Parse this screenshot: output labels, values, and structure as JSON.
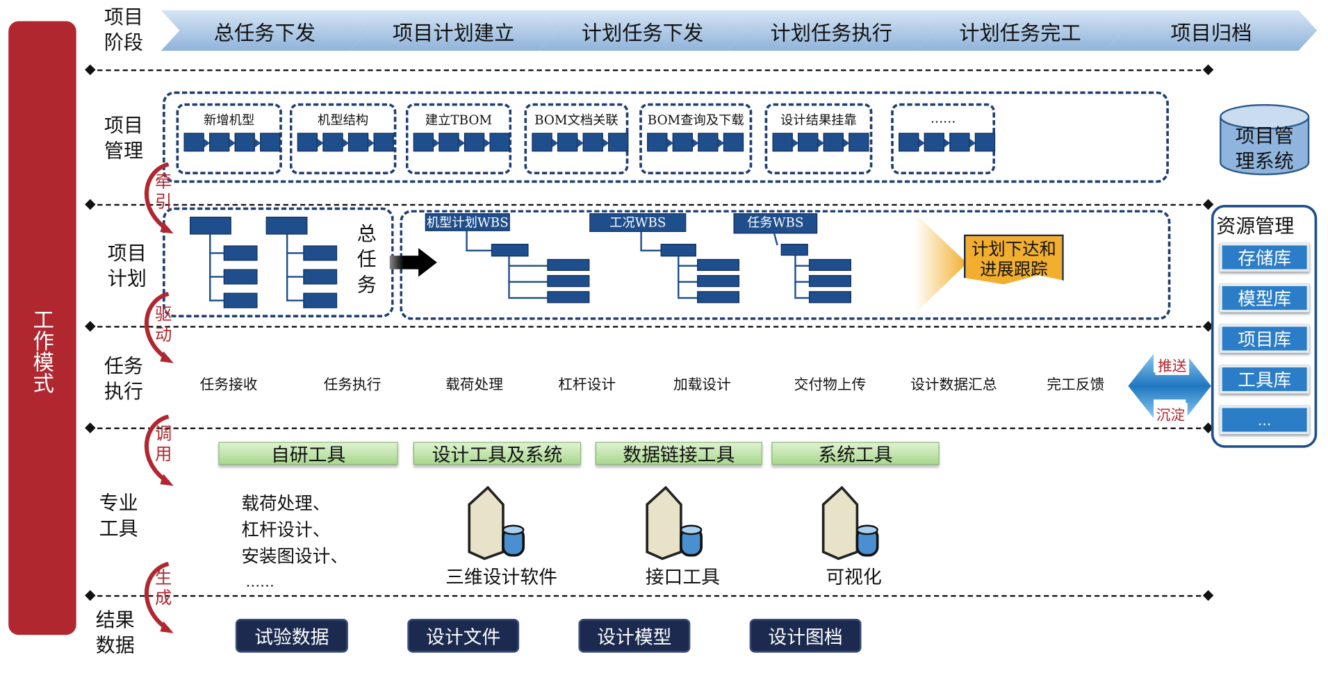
{
  "side_label": "工作模式",
  "row_labels": {
    "stage": "项目阶段",
    "management": "项目管理",
    "plan": "项目计划",
    "execution": "任务执行",
    "tools": "专业工具",
    "results": "结果数据"
  },
  "stages": [
    "总任务下发",
    "项目计划建立",
    "计划任务下发",
    "计划任务执行",
    "计划任务完工",
    "项目归档"
  ],
  "management_items": [
    "新增机型",
    "机型结构",
    "建立TBOM",
    "BOM文档关联",
    "BOM查询及下载",
    "设计结果挂靠",
    "……"
  ],
  "management_system": "项目管理系统",
  "plan": {
    "total_task": "总任务",
    "wbs": [
      "机型计划WBS",
      "工况WBS",
      "任务WBS"
    ],
    "tracking": "计划下达和进展跟踪"
  },
  "flow_verbs": [
    "牵引",
    "驱动",
    "调用",
    "生成"
  ],
  "tasks": [
    "任务接收",
    "任务执行",
    "载荷处理",
    "杠杆设计",
    "加载设计",
    "交付物上传",
    "设计数据汇总",
    "完工反馈"
  ],
  "exchange": {
    "push": "推送",
    "deposit": "沉淀"
  },
  "resources": {
    "title": "资源管理",
    "items": [
      "存储库",
      "模型库",
      "项目库",
      "工具库",
      "…"
    ]
  },
  "tool_categories": [
    "自研工具",
    "设计工具及系统",
    "数据链接工具",
    "系统工具"
  ],
  "inhouse_tools": [
    "载荷处理、",
    "杠杆设计、",
    "安装图设计、",
    "……"
  ],
  "servers": [
    "三维设计软件",
    "接口工具",
    "可视化"
  ],
  "results": [
    "试验数据",
    "设计文件",
    "设计模型",
    "设计图档"
  ],
  "colors": {
    "red": "#b1272f",
    "navy": "#1f4e8c",
    "orange": "#f2ae2e",
    "green": "#a9d88e"
  }
}
